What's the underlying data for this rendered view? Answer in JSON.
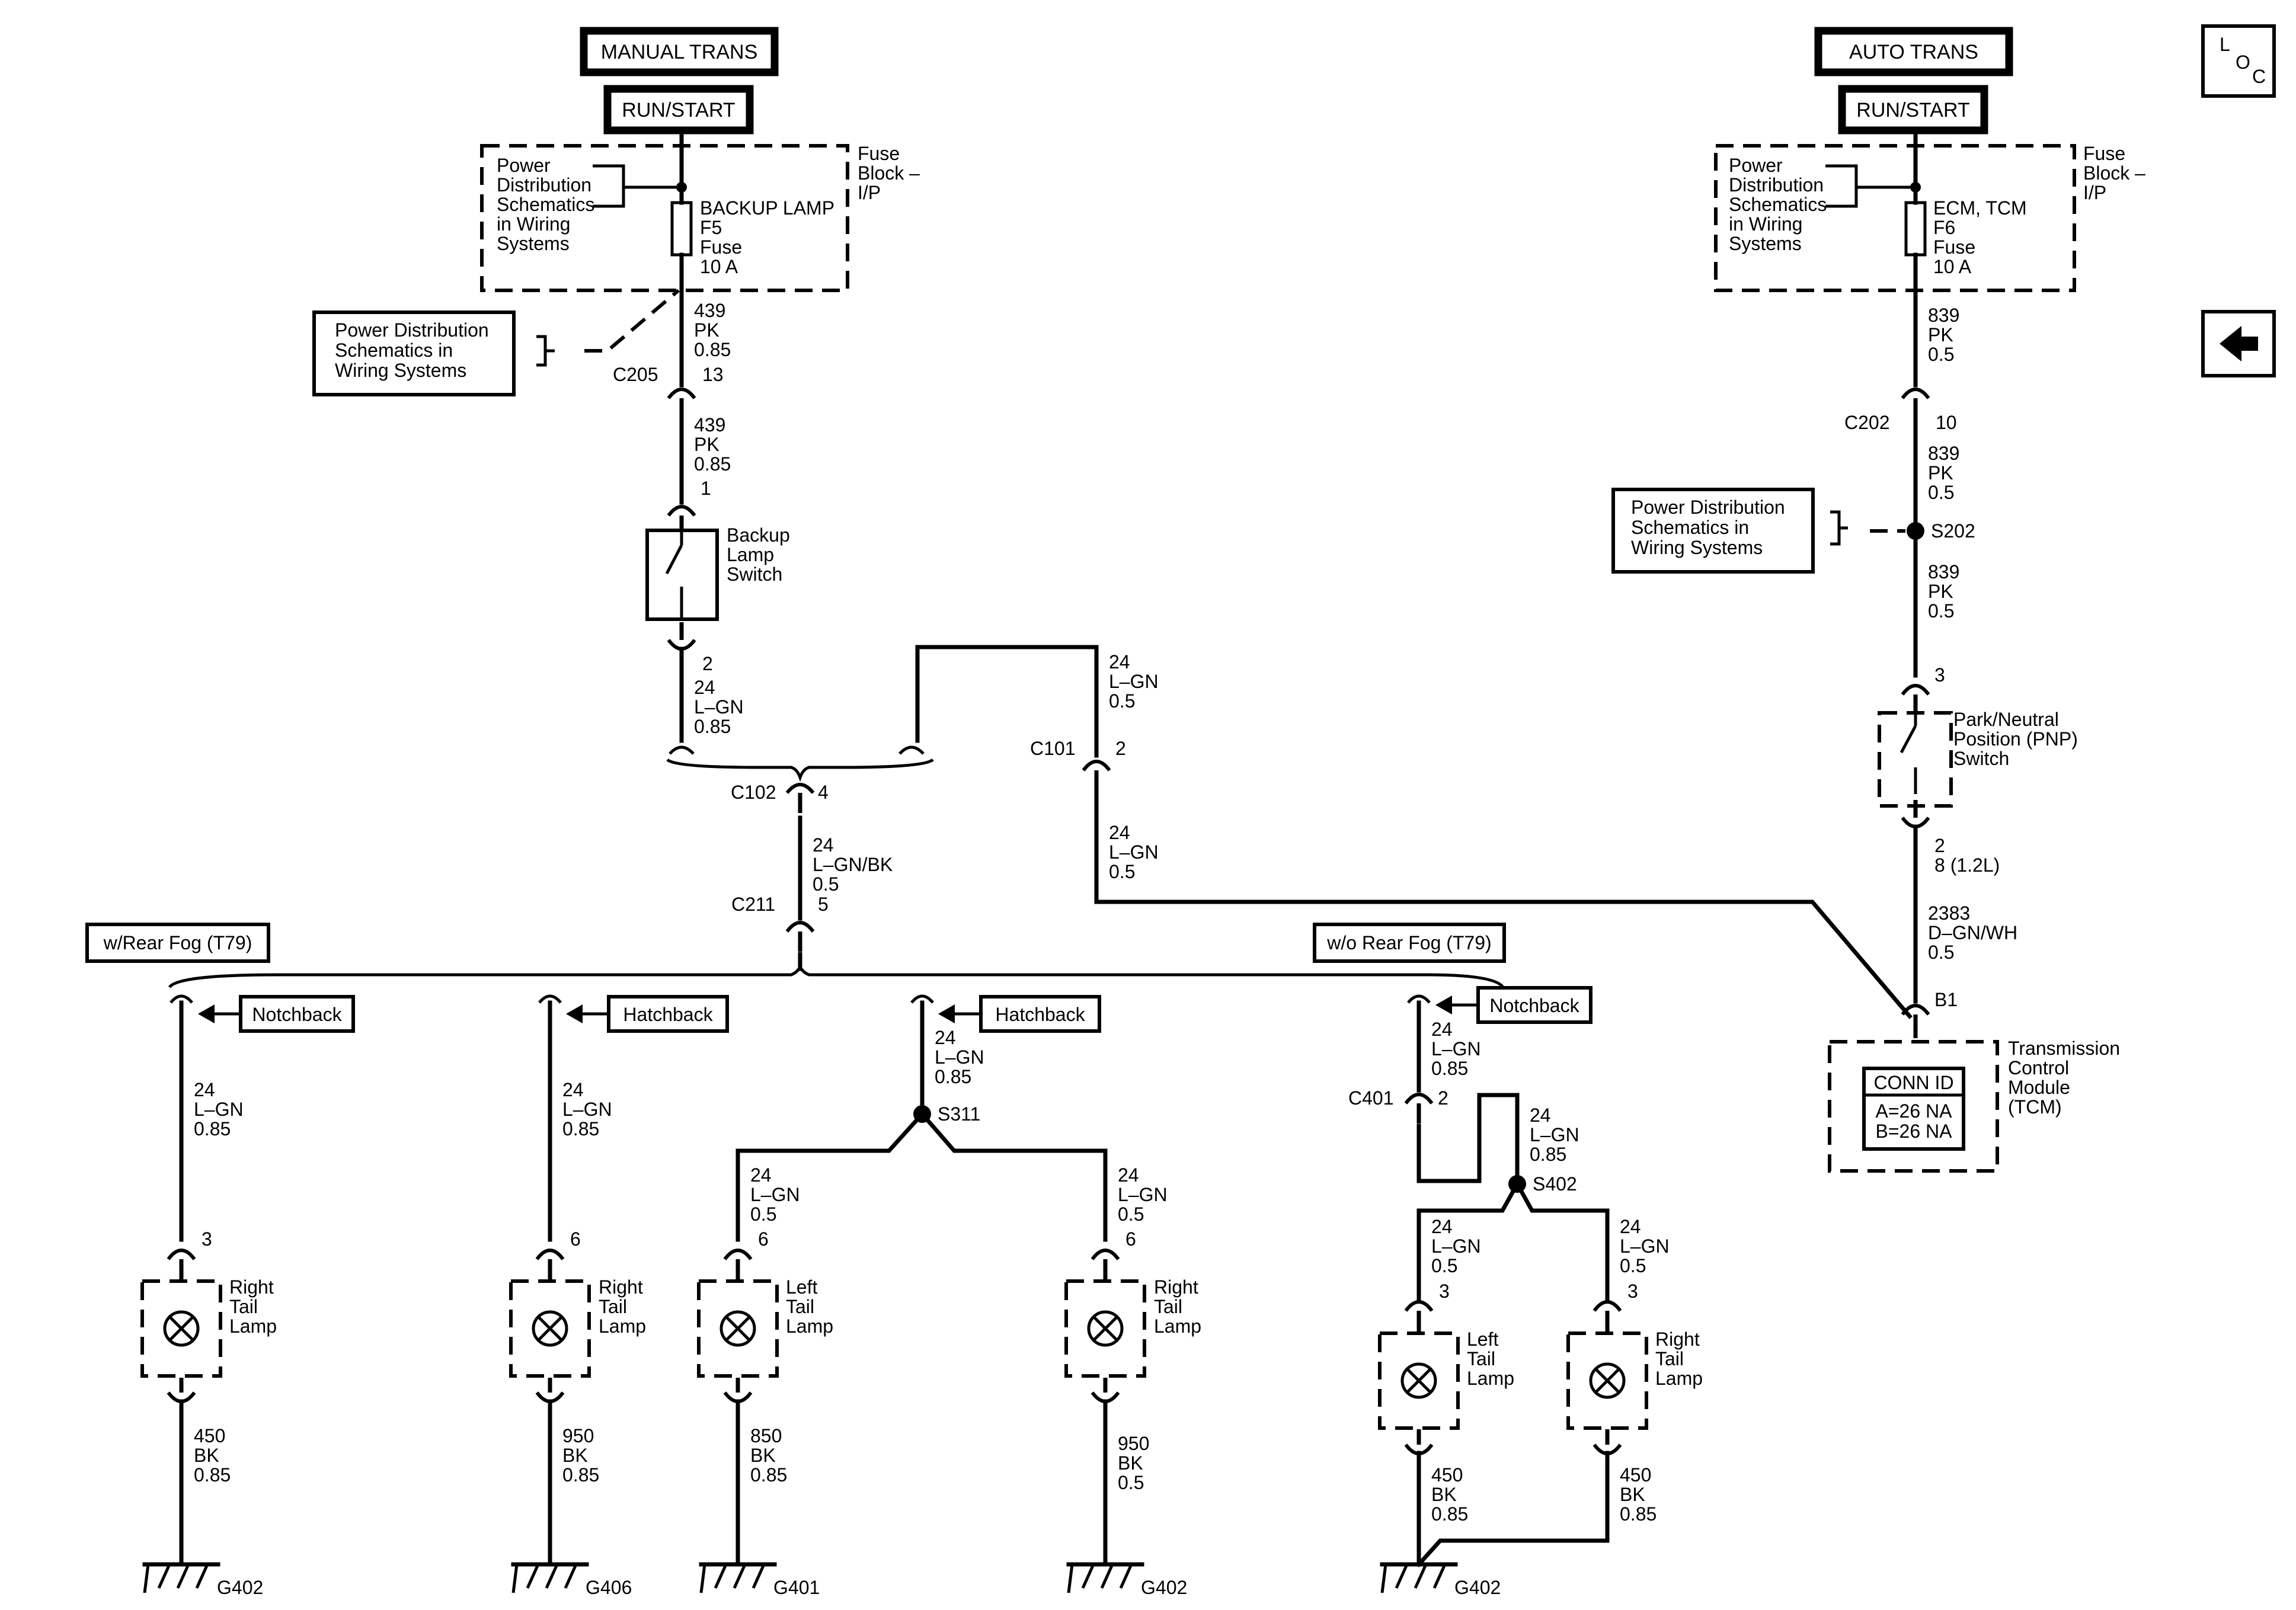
{
  "headers": {
    "manual_trans": "MANUAL TRANS",
    "auto_trans": "AUTO TRANS",
    "run_start": "RUN/START",
    "rear_fog_with": "w/Rear Fog (T79)",
    "rear_fog_without": "w/o Rear Fog (T79)"
  },
  "nav": {
    "loc_l": "L",
    "loc_o": "O",
    "loc_c": "C"
  },
  "fuse_block": {
    "pd_text": [
      "Power",
      "Distribution",
      "Schematics",
      "in Wiring",
      "Systems"
    ],
    "name": [
      "Fuse",
      "Block –",
      "I/P"
    ],
    "left_fuse": [
      "BACKUP LAMP",
      "F5",
      "Fuse",
      "10 A"
    ],
    "right_fuse": [
      "ECM, TCM",
      "F6",
      "Fuse",
      "10 A"
    ]
  },
  "pd_ref": [
    "Power Distribution",
    "Schematics in",
    "Wiring Systems"
  ],
  "wires": {
    "w439a": [
      "439",
      "PK",
      "0.85"
    ],
    "w439b": [
      "439",
      "PK",
      "0.85"
    ],
    "w24a": [
      "24",
      "L–GN",
      "0.85"
    ],
    "w24top": [
      "24",
      "L–GN",
      "0.5"
    ],
    "w24c101": [
      "24",
      "L–GN",
      "0.5"
    ],
    "w24bk": [
      "24",
      "L–GN/BK",
      "0.5"
    ],
    "w839a": [
      "839",
      "PK",
      "0.5"
    ],
    "w839b": [
      "839",
      "PK",
      "0.5"
    ],
    "w839c": [
      "839",
      "PK",
      "0.5"
    ],
    "pnp_out": [
      "2",
      "8 (1.2L)"
    ],
    "w2383": [
      "2383",
      "D–GN/WH",
      "0.5"
    ],
    "b1": [
      "24",
      "L–GN",
      "0.85"
    ],
    "b2": [
      "24",
      "L–GN",
      "0.85"
    ],
    "b3": [
      "24",
      "L–GN",
      "0.85"
    ],
    "b3l": [
      "24",
      "L–GN",
      "0.5"
    ],
    "b3r": [
      "24",
      "L–GN",
      "0.5"
    ],
    "b4": [
      "24",
      "L–GN",
      "0.85"
    ],
    "b4s": [
      "24",
      "L–GN",
      "0.85"
    ],
    "b4l": [
      "24",
      "L–GN",
      "0.5"
    ],
    "b4r": [
      "24",
      "L–GN",
      "0.5"
    ],
    "g1": [
      "450",
      "BK",
      "0.85"
    ],
    "g2": [
      "950",
      "BK",
      "0.85"
    ],
    "g3": [
      "850",
      "BK",
      "0.85"
    ],
    "g4": [
      "950",
      "BK",
      "0.5"
    ],
    "g5": [
      "450",
      "BK",
      "0.85"
    ],
    "g6": [
      "450",
      "BK",
      "0.85"
    ]
  },
  "connectors": {
    "c205": "C205",
    "c205pin": "13",
    "switch_in": "1",
    "switch_out": "2",
    "c102": "C102",
    "c102pin": "4",
    "c211": "C211",
    "c211pin": "5",
    "c101": "C101",
    "c101pin": "2",
    "c202": "C202",
    "c202pin": "10",
    "s202": "S202",
    "pnp_in": "3",
    "b1": "B1",
    "s311": "S311",
    "c401": "C401",
    "c401pin": "2",
    "s402": "S402",
    "pin3": "3",
    "pin6": "6"
  },
  "components": {
    "backup_switch": [
      "Backup",
      "Lamp",
      "Switch"
    ],
    "pnp_switch": [
      "Park/Neutral",
      "Position (PNP)",
      "Switch"
    ],
    "tcm": [
      "Transmission",
      "Control",
      "Module",
      "(TCM)"
    ],
    "conn_id": "CONN ID",
    "conn_a": "A=26 NA",
    "conn_b": "B=26 NA",
    "right_tail": [
      "Right",
      "Tail",
      "Lamp"
    ],
    "left_tail": [
      "Left",
      "Tail",
      "Lamp"
    ]
  },
  "variants": {
    "notchback": "Notchback",
    "hatchback": "Hatchback"
  },
  "grounds": {
    "g402": "G402",
    "g406": "G406",
    "g401": "G401"
  }
}
